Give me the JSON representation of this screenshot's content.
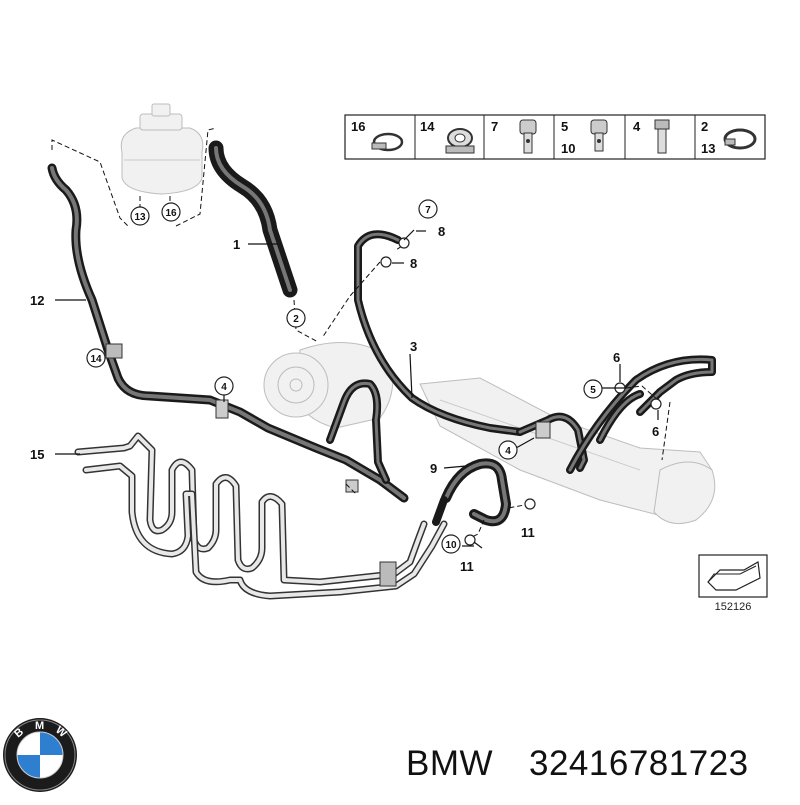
{
  "diagram": {
    "callouts": {
      "c1": "1",
      "c2": "2",
      "c3": "3",
      "c4a": "4",
      "c4b": "4",
      "c5": "5",
      "c6a": "6",
      "c6b": "6",
      "c7": "7",
      "c8a": "8",
      "c8b": "8",
      "c9": "9",
      "c10": "10",
      "c11a": "11",
      "c11b": "11",
      "c12": "12",
      "c13": "13",
      "c14": "14",
      "c15": "15",
      "c16": "16"
    },
    "legend": [
      {
        "nums": [
          "16"
        ]
      },
      {
        "nums": [
          "14"
        ]
      },
      {
        "nums": [
          "7"
        ]
      },
      {
        "nums": [
          "5",
          "10"
        ]
      },
      {
        "nums": [
          "4"
        ]
      },
      {
        "nums": [
          "2",
          "13"
        ]
      }
    ],
    "reference_number": "152126"
  },
  "footer": {
    "brand": "BMW",
    "part_number": "32416781723",
    "logo_letters": [
      "B",
      "M",
      "W"
    ]
  },
  "colors": {
    "logo_blue": "#2f7fd0",
    "logo_ring": "#1b1b1b",
    "hose": "#1a1a1a"
  }
}
